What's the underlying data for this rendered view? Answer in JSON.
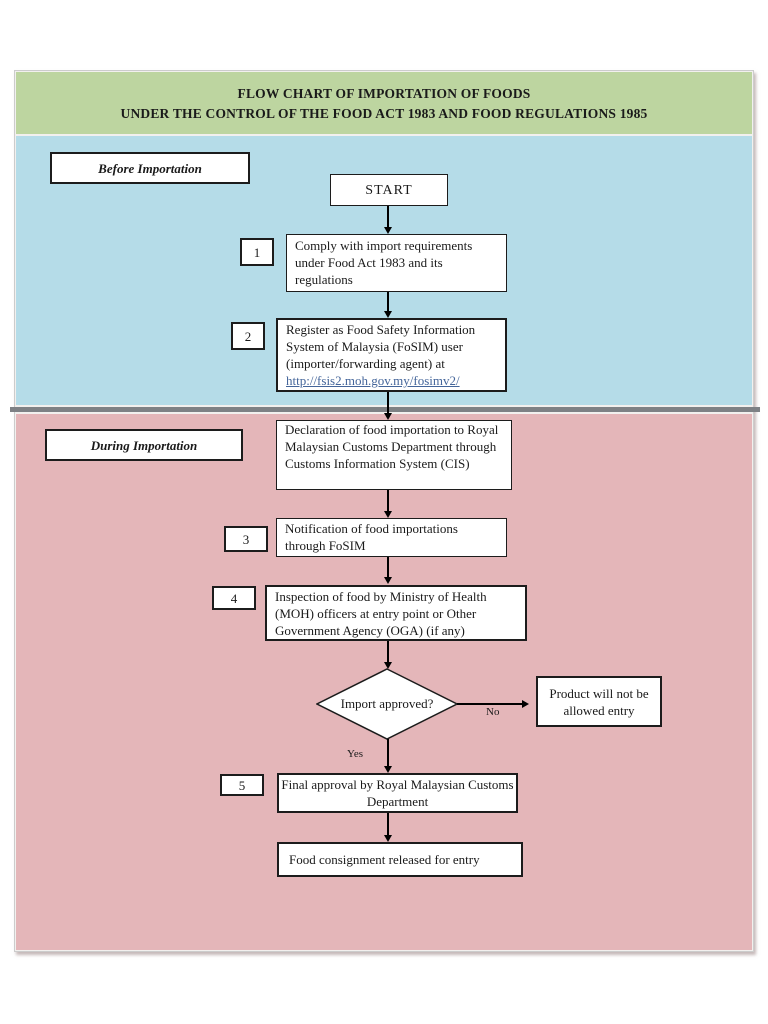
{
  "header": {
    "line1": "FLOW CHART OF IMPORTATION OF FOODS",
    "line2": "UNDER THE CONTROL OF THE FOOD ACT 1983 AND FOOD REGULATIONS 1985"
  },
  "sections": {
    "before_label": "Before Importation",
    "during_label": "During Importation"
  },
  "nodes": {
    "start": "START",
    "step1": {
      "num": "1",
      "text": "Comply with import requirements under Food Act 1983 and its regulations"
    },
    "step2": {
      "num": "2",
      "text": "Register as Food Safety Information System of Malaysia (FoSIM) user (importer/forwarding agent) at",
      "link": "http://fsis2.moh.gov.my/fosimv2/"
    },
    "declaration": {
      "text": "Declaration of food importation to Royal Malaysian Customs Department through Customs Information System (CIS)"
    },
    "step3": {
      "num": "3",
      "text": "Notification of food importations through FoSIM"
    },
    "step4": {
      "num": "4",
      "text": "Inspection of food by Ministry of Health (MOH) officers at entry point or Other Government Agency (OGA) (if any)"
    },
    "decision": {
      "text": "Import approved?",
      "yes": "Yes",
      "no": "No"
    },
    "rejected": {
      "text": "Product will not be allowed entry"
    },
    "step5": {
      "num": "5",
      "text": "Final approval by Royal Malaysian Customs Department"
    },
    "released": {
      "text": "Food consignment released for entry"
    }
  },
  "colors": {
    "header_bg": "#bdd5a0",
    "before_bg": "#b5dce8",
    "during_bg": "#e4b6b9",
    "divider": "#7e8185",
    "link": "#44659a"
  }
}
